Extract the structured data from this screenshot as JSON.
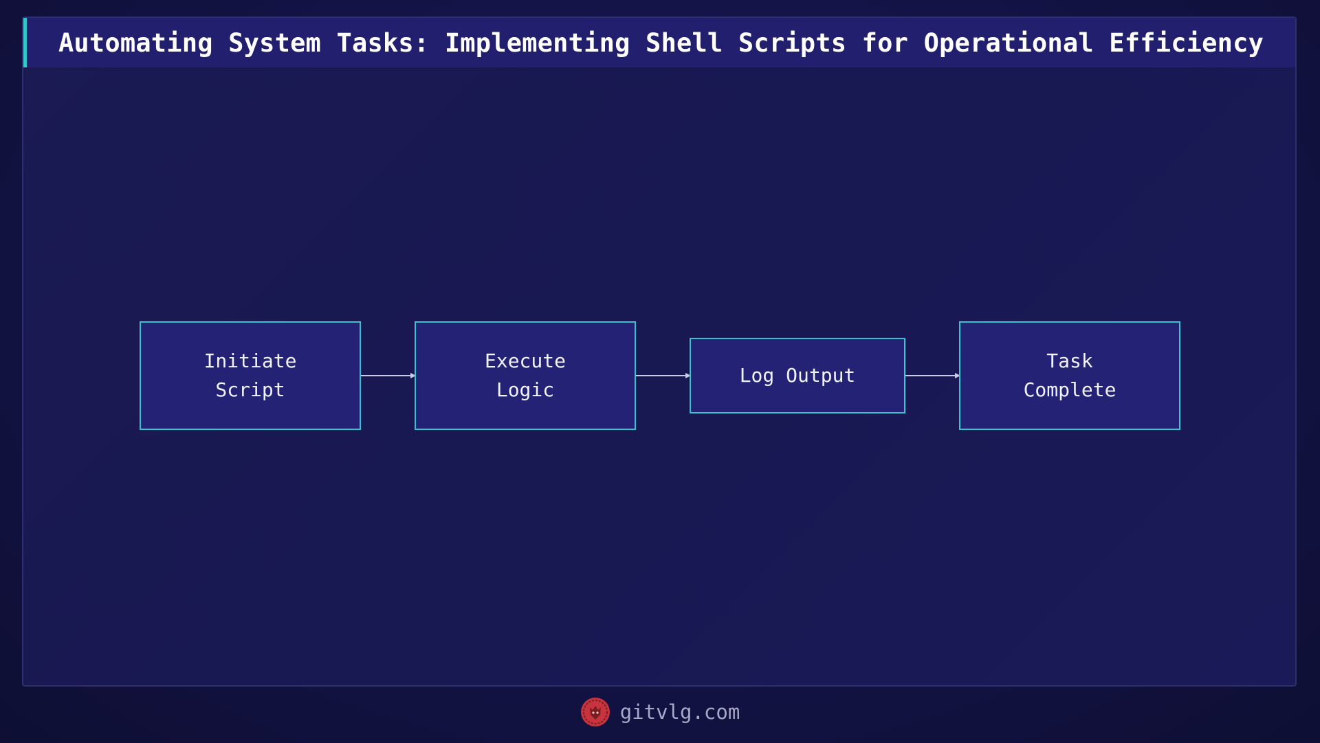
{
  "title": "Automating System Tasks: Implementing Shell Scripts for Operational Efficiency",
  "nodes": [
    {
      "id": "initiate",
      "label": "Initiate\nScript"
    },
    {
      "id": "execute",
      "label": "Execute\nLogic"
    },
    {
      "id": "log",
      "label": "Log Output"
    },
    {
      "id": "complete",
      "label": "Task\nComplete"
    }
  ],
  "edges": [
    {
      "from": "initiate",
      "to": "execute"
    },
    {
      "from": "execute",
      "to": "log"
    },
    {
      "from": "log",
      "to": "complete"
    }
  ],
  "footer": {
    "site": "gitvlg.com",
    "logo_icon": "lion-head-icon"
  },
  "colors": {
    "node_fill": "#232275",
    "node_border": "#37c3cf",
    "accent": "#36c6c8",
    "edge": "#c9cbe6",
    "logo": "#c8343e"
  }
}
